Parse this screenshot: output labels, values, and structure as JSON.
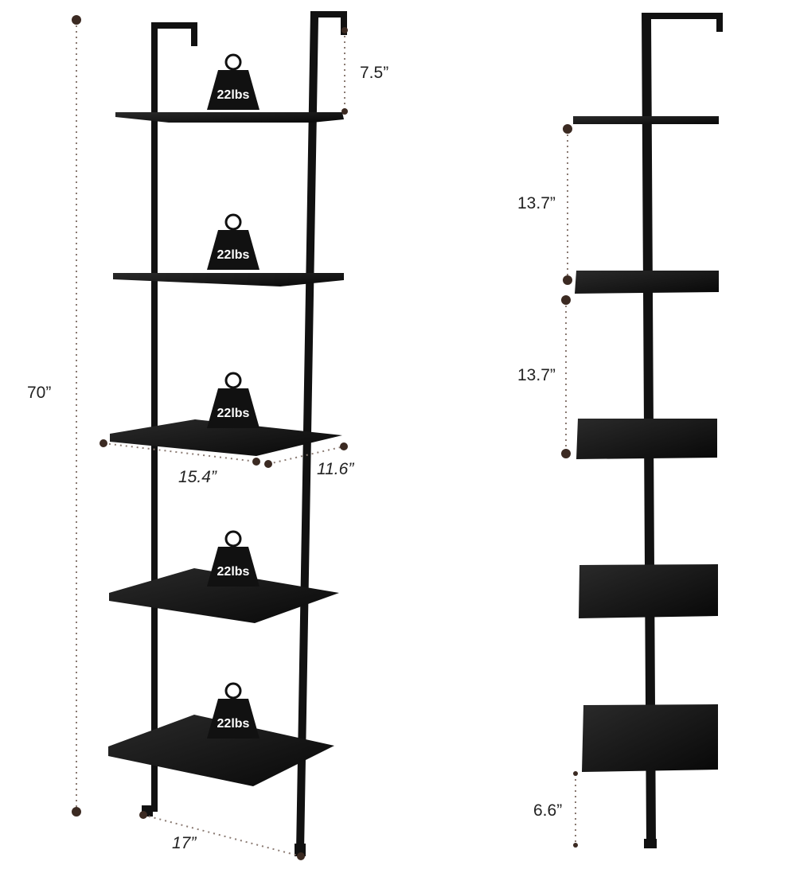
{
  "front_view": {
    "height_label": "70”",
    "top_gap_label": "7.5”",
    "shelf_width_label": "15.4”",
    "shelf_depth_label": "11.6”",
    "base_width_label": "17”",
    "weight_capacity_labels": [
      "22lbs",
      "22lbs",
      "22lbs",
      "22lbs",
      "22lbs"
    ]
  },
  "side_view": {
    "shelf_spacing_upper_label": "13.7”",
    "shelf_spacing_lower_label": "13.7”",
    "bottom_clearance_label": "6.6”"
  },
  "colors": {
    "frame": "#111111",
    "shelf": "#141414",
    "dimension_dot": "#3b2a22",
    "dimension_line": "#8a7a72"
  }
}
